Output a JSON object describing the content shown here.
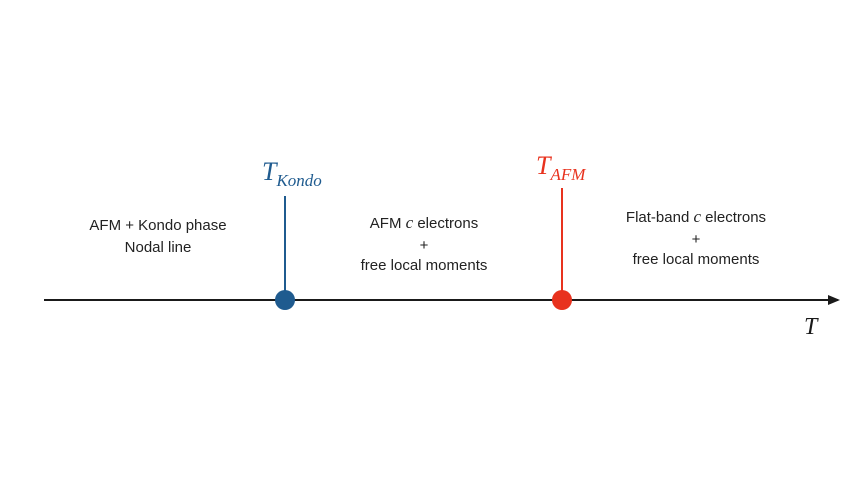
{
  "colors": {
    "axis": "#1a1a1a",
    "kondo": "#1f5b8f",
    "afm": "#e8321e",
    "text": "#222222"
  },
  "axis": {
    "label": "T"
  },
  "markers": [
    {
      "symbol": "T",
      "subscript": "Kondo",
      "color_key": "kondo"
    },
    {
      "symbol": "T",
      "subscript": "AFM",
      "color_key": "afm"
    }
  ],
  "regions": [
    {
      "line1": "AFM + Kondo phase",
      "line2": "Nodal line"
    },
    {
      "line1_pre": "AFM ",
      "line1_var": "c",
      "line1_post": " electrons",
      "line2": "+",
      "line3": "free local moments"
    },
    {
      "line1_pre": "Flat-band ",
      "line1_var": "c",
      "line1_post": " electrons",
      "line2": "+",
      "line3": "free local moments"
    }
  ]
}
